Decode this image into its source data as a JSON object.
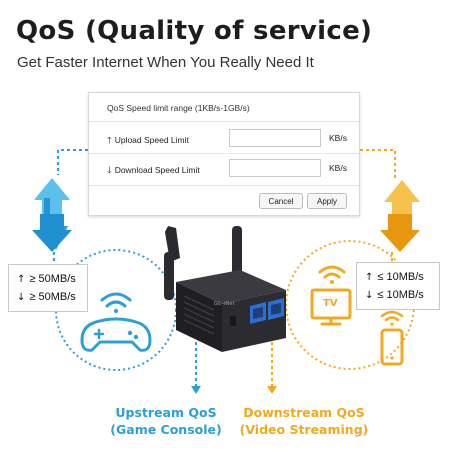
{
  "title": "QoS (Quality of service)",
  "subtitle": "Get Faster Internet When You Really Need It",
  "panel": {
    "heading": "QoS Speed limit range (1KB/s-1GB/s)",
    "upload_label": "Upload Speed Limit",
    "download_label": "Download Speed Limit",
    "unit": "KB/s",
    "upload_value": "",
    "download_value": "",
    "cancel_label": "Cancel",
    "apply_label": "Apply",
    "up_arrow": "🡑",
    "down_arrow": "🡓"
  },
  "upstream": {
    "upload_speed": "≥ 50MB/s",
    "download_speed": "≥ 50MB/s",
    "caption_line1": "Upstream QoS",
    "caption_line2": "(Game Console)",
    "color": "#2a9fd8"
  },
  "downstream": {
    "upload_speed": "≤ 10MB/s",
    "download_speed": "≤ 10MB/s",
    "caption_line1": "Downstream QoS",
    "caption_line2": "(Video Streaming)",
    "tv_label": "TV",
    "color": "#f2a91c"
  },
  "device": {
    "brand": "GL·iNet"
  },
  "icons": {
    "up": "↑",
    "down": "↓"
  }
}
